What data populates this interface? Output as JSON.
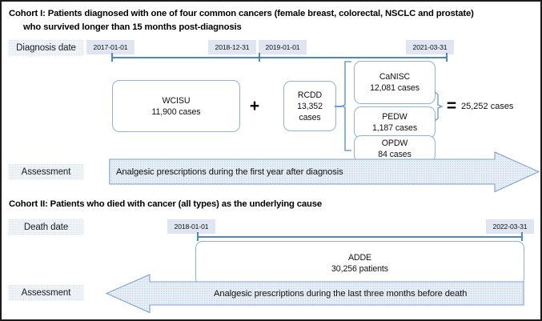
{
  "figure": {
    "title_hidden": "Study design flow diagram of two cancer cohorts",
    "accent_blue": "#4f86c6",
    "box_border": "#8fb3d9",
    "chip_blue": "#dfe6f2",
    "label_blue": "#d7e3ef",
    "arrow_fill": "#dbe6f1"
  },
  "cohort1": {
    "title_line1": "Cohort I: Patients diagnosed with one of four common cancers (female breast, colorectal, NSCLC and prostate)",
    "title_line2": "who survived longer than 15 months post-diagnosis",
    "row_label_date": "Diagnosis date",
    "row_label_assessment": "Assessment",
    "dates": [
      {
        "name": "start",
        "value": "2017-01-01"
      },
      {
        "name": "mid-end",
        "value": "2018-12-31"
      },
      {
        "name": "mid-start",
        "value": "2019-01-01"
      },
      {
        "name": "end",
        "value": "2021-03-31"
      }
    ],
    "boxes": {
      "wcisu": {
        "name": "WCISU",
        "count": "11,900 cases"
      },
      "rcdd": {
        "name": "RCDD",
        "count_line1": "13,352",
        "count_line2": "cases"
      },
      "canisc": {
        "name": "CaNISC",
        "count": "12,081 cases"
      },
      "pedw": {
        "name": "PEDW",
        "count": "1,187 cases"
      },
      "opdw": {
        "name": "OPDW",
        "count": "84 cases"
      }
    },
    "operators": {
      "plus": "+",
      "equals": "="
    },
    "total": "25,252 cases",
    "assessment_text": "Analgesic prescriptions during the first year after diagnosis"
  },
  "cohort2": {
    "title": "Cohort II: Patients who died with cancer (all types) as the underlying cause",
    "row_label_date": "Death date",
    "row_label_assessment": "Assessment",
    "dates": [
      {
        "name": "start",
        "value": "2018-01-01"
      },
      {
        "name": "end",
        "value": "2022-03-31"
      }
    ],
    "boxes": {
      "adde": {
        "name": "ADDE",
        "count": "30,256 patients"
      }
    },
    "assessment_text": "Analgesic prescriptions during the last three months before death"
  }
}
